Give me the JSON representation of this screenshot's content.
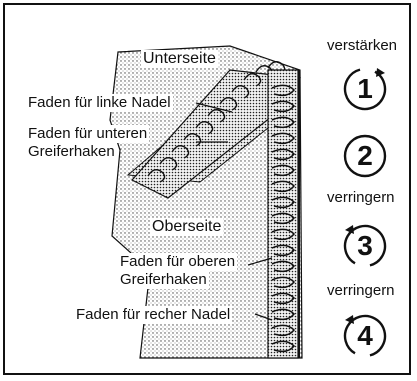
{
  "labels": {
    "unterseite": "Unterseite",
    "linke_nadel": "Faden für linke Nadel",
    "unteren_greifer_line1": "Faden für unteren",
    "unteren_greifer_line2": "Greiferhaken",
    "oberseite": "Oberseite",
    "oberen_greifer_line1": "Faden für oberen",
    "oberen_greifer_line2": "Greiferhaken",
    "rechte_nadel": "Faden für recher Nadel"
  },
  "tension": {
    "increase_label": "verstärken",
    "decrease_label_1": "verringern",
    "decrease_label_2": "verringern",
    "dials": [
      "1",
      "2",
      "3",
      "4"
    ]
  }
}
